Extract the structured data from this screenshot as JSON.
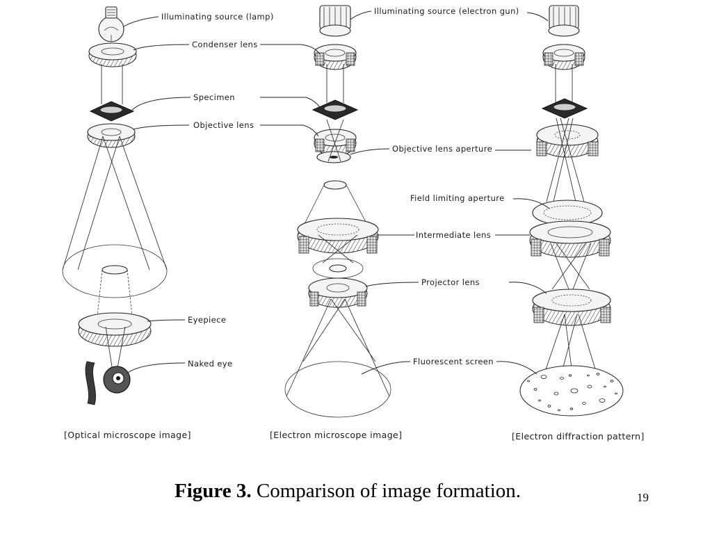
{
  "columns": {
    "optical": {
      "labels": {
        "source": "Illuminating source  (lamp)",
        "condenser": "Condenser lens",
        "specimen": "Specimen",
        "objective": "Objective lens",
        "eyepiece": "Eyepiece",
        "eye": "Naked eye"
      },
      "caption": "[Optical microscope image]"
    },
    "electron": {
      "labels": {
        "source": "Illuminating source (electron gun)",
        "aperture": "Objective lens aperture",
        "field_aperture": "Field limiting aperture",
        "intermediate": "Intermediate lens",
        "projector": "Projector lens",
        "screen": "Fluorescent screen"
      },
      "caption": "[Electron microscope image]"
    },
    "diffraction": {
      "caption": "[Electron diffraction pattern]"
    }
  },
  "figure": {
    "label": "Figure 3.",
    "text": " Comparison of image formation."
  },
  "page_number": "19"
}
